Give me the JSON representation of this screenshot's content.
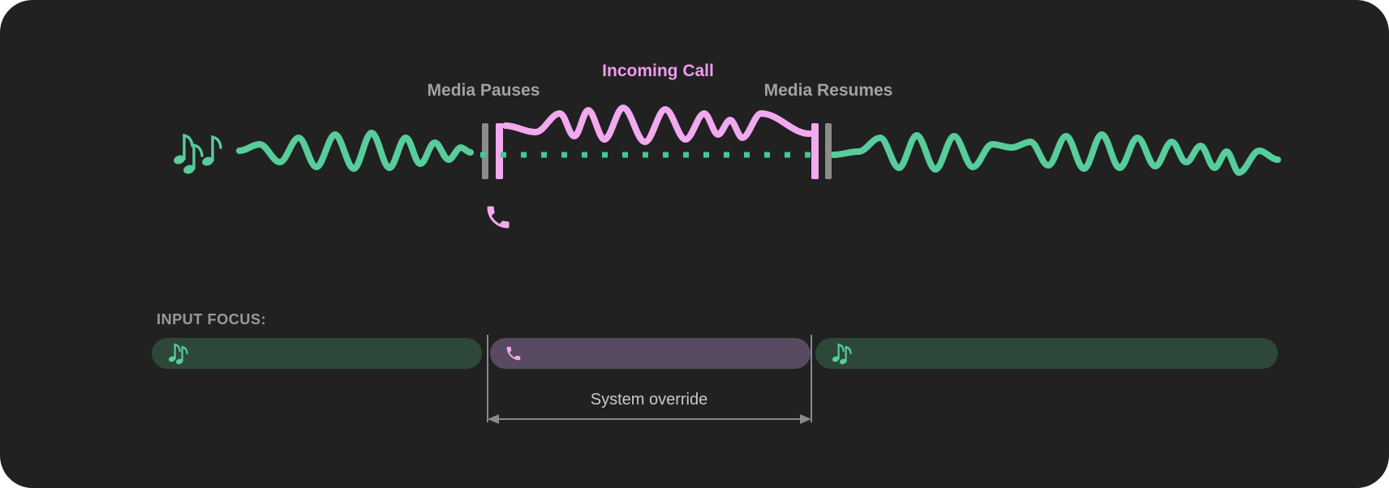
{
  "diagram": {
    "media_pauses_label": "Media Pauses",
    "incoming_call_label": "Incoming Call",
    "media_resumes_label": "Media Resumes",
    "icons": {
      "media_playing": "music-notes-icon",
      "incoming_call": "phone-icon"
    },
    "sequence": [
      {
        "phase": "media playing",
        "waveform": "solid",
        "color": "#57CD9B"
      },
      {
        "phase": "incoming call / media paused",
        "waveform": "call solid, media dotted",
        "color": "#F2A9EF"
      },
      {
        "phase": "media resumes",
        "waveform": "solid",
        "color": "#57CD9B"
      }
    ]
  },
  "focus": {
    "title": "INPUT FOCUS:",
    "override_label": "System override",
    "segments": [
      {
        "type": "media",
        "icon": "music-notes-icon"
      },
      {
        "type": "call",
        "icon": "phone-icon"
      },
      {
        "type": "media",
        "icon": "music-notes-icon"
      }
    ]
  },
  "colors": {
    "panel_background": "#212121",
    "media_green": "#57CD9B",
    "media_green_dotted": "#45C991",
    "call_pink": "#F2A9EF",
    "call_pink_text": "#F09AEC",
    "marker_gray": "#8C8C8C",
    "label_gray": "#A2A2A2",
    "focus_media_pill_bg": "#2D4839",
    "focus_call_pill_bg": "#584A60",
    "override_text": "#C9C9C9",
    "arrow_gray": "#8A8A8A"
  }
}
